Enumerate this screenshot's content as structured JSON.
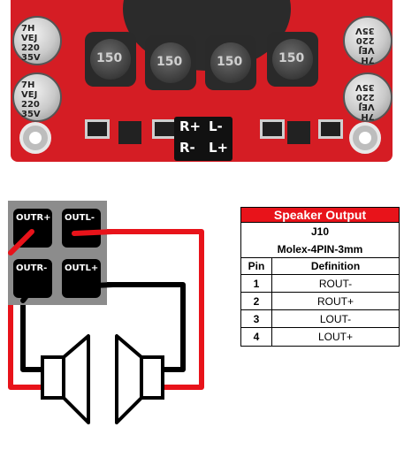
{
  "board": {
    "capacitors": [
      {
        "text": "7H\nVEJ\n220\n35V"
      },
      {
        "text": "7H\nVEJ\n220\n35V"
      },
      {
        "text": "7H\nVEJ\n220\n35V"
      },
      {
        "text": "7H\nVEJ\n220\n35V"
      }
    ],
    "inductors": [
      "150",
      "150",
      "150",
      "150"
    ],
    "connector_labels": [
      "R+",
      "L-",
      "R-",
      "L+"
    ]
  },
  "terminal": {
    "labels": [
      "OUTR+",
      "OUTL-",
      "OUTR-",
      "OUTL+"
    ]
  },
  "table": {
    "title": "Speaker Output",
    "connector": "J10",
    "part": "Molex-4PIN-3mm",
    "headers": [
      "Pin",
      "Definition"
    ],
    "rows": [
      {
        "pin": "1",
        "definition": "ROUT-"
      },
      {
        "pin": "2",
        "definition": "ROUT+"
      },
      {
        "pin": "3",
        "definition": "LOUT-"
      },
      {
        "pin": "4",
        "definition": "LOUT+"
      }
    ]
  },
  "colors": {
    "pcb_red": "#d51d24",
    "wire_red": "#e8131a",
    "wire_black": "#000000",
    "table_header_red": "#e8131a"
  }
}
